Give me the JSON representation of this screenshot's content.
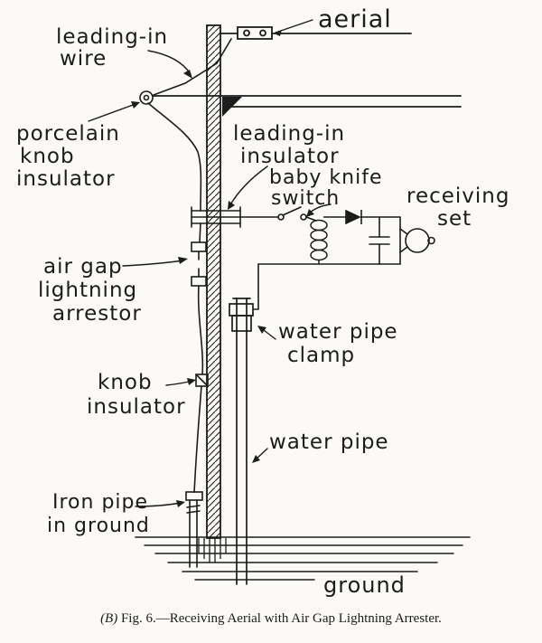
{
  "colors": {
    "ink": "#1c1c1c",
    "paper": "#fbfaf6"
  },
  "diagram": {
    "labels": {
      "aerial": {
        "lines": [
          "aerial"
        ]
      },
      "leading_in_wire": {
        "lines": [
          "leading-in",
          "wire"
        ]
      },
      "porcelain_knob_insulator": {
        "lines": [
          "porcelain",
          "knob",
          "insulator"
        ]
      },
      "leading_in_insulator": {
        "lines": [
          "leading-in",
          "insulator"
        ]
      },
      "baby_knife_switch": {
        "lines": [
          "baby knife",
          "switch"
        ]
      },
      "receiving_set": {
        "lines": [
          "receiving",
          "set"
        ]
      },
      "air_gap_lightning_arrestor": {
        "lines": [
          "air gap",
          "lightning",
          "arrestor"
        ]
      },
      "water_pipe_clamp": {
        "lines": [
          "water pipe",
          "clamp"
        ]
      },
      "knob_insulator": {
        "lines": [
          "knob",
          "insulator"
        ]
      },
      "water_pipe": {
        "lines": [
          "water pipe"
        ]
      },
      "iron_pipe_in_ground": {
        "lines": [
          "Iron pipe",
          "in ground"
        ]
      },
      "ground": {
        "lines": [
          "ground"
        ]
      }
    },
    "caption": {
      "label": "(B)",
      "text": "Fig. 6.—Receiving Aerial with Air Gap Lightning Arrester."
    }
  }
}
